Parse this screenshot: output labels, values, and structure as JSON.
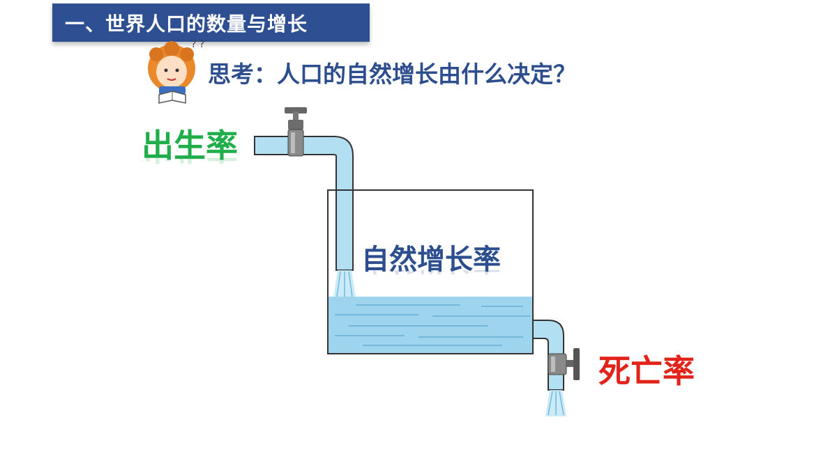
{
  "title": "一、世界人口的数量与增长",
  "question": "思考：人口的自然增长由什么决定？",
  "labels": {
    "birth_rate": "出生率",
    "natural_growth_rate": "自然增长率",
    "death_rate": "死亡率"
  },
  "thinker_marks": "? ?",
  "colors": {
    "title_bg": "#2e4f92",
    "question_text": "#2d4e8e",
    "birth": "#1fae4a",
    "death": "#e2231a",
    "water": "#9fd4ee",
    "pipe": "#b3dff2"
  },
  "icons": [
    "thinking-child-icon",
    "inlet-faucet-icon",
    "outlet-valve-icon",
    "water-tank-icon"
  ]
}
